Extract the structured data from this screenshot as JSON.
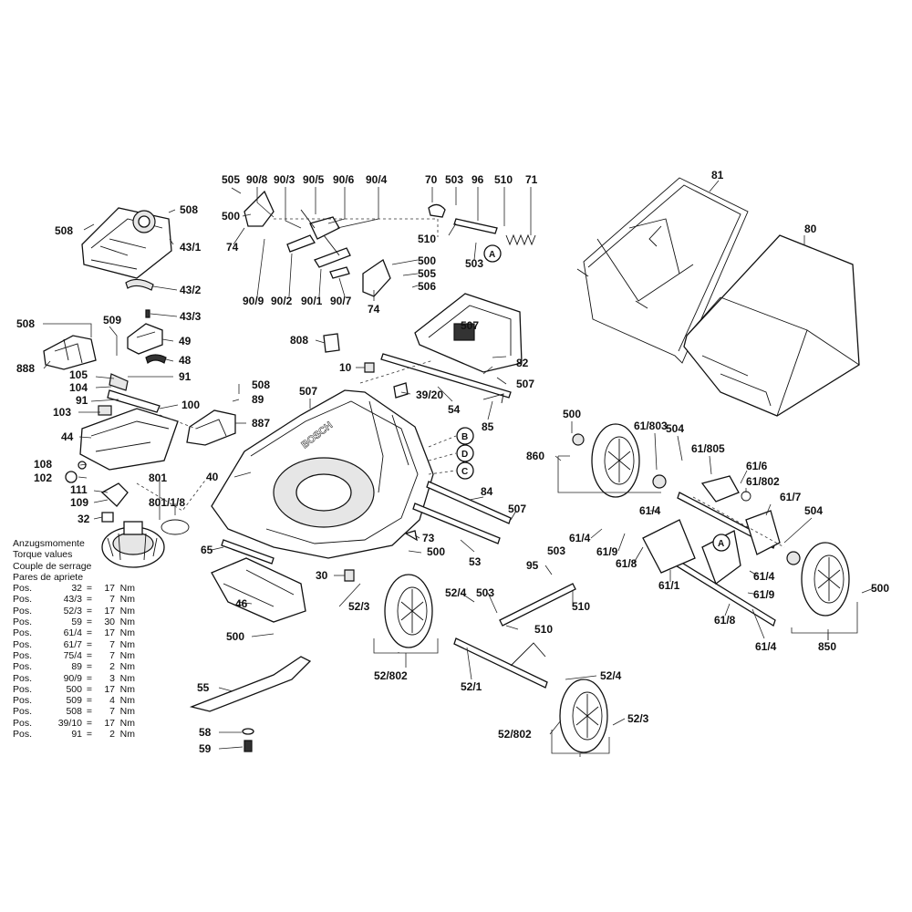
{
  "callouts": [
    {
      "id": "l505a",
      "text": "505"
    },
    {
      "id": "l500a",
      "text": "500"
    },
    {
      "id": "l74a",
      "text": "74"
    },
    {
      "id": "l90_8",
      "text": "90/8"
    },
    {
      "id": "l90_3",
      "text": "90/3"
    },
    {
      "id": "l90_5",
      "text": "90/5"
    },
    {
      "id": "l90_6",
      "text": "90/6"
    },
    {
      "id": "l90_4",
      "text": "90/4"
    },
    {
      "id": "l70",
      "text": "70"
    },
    {
      "id": "l503a",
      "text": "503"
    },
    {
      "id": "l96",
      "text": "96"
    },
    {
      "id": "l510a",
      "text": "510"
    },
    {
      "id": "l71",
      "text": "71"
    },
    {
      "id": "l510b",
      "text": "510"
    },
    {
      "id": "l503b",
      "text": "503"
    },
    {
      "id": "l500b",
      "text": "500"
    },
    {
      "id": "l505b",
      "text": "505"
    },
    {
      "id": "l506",
      "text": "506"
    },
    {
      "id": "l74b",
      "text": "74"
    },
    {
      "id": "l90_9",
      "text": "90/9"
    },
    {
      "id": "l90_2",
      "text": "90/2"
    },
    {
      "id": "l90_1",
      "text": "90/1"
    },
    {
      "id": "l90_7",
      "text": "90/7"
    },
    {
      "id": "l81",
      "text": "81"
    },
    {
      "id": "l80",
      "text": "80"
    },
    {
      "id": "l508a",
      "text": "508"
    },
    {
      "id": "l508b",
      "text": "508"
    },
    {
      "id": "l43_1",
      "text": "43/1"
    },
    {
      "id": "l43_2",
      "text": "43/2"
    },
    {
      "id": "l43_3",
      "text": "43/3"
    },
    {
      "id": "l508c",
      "text": "508"
    },
    {
      "id": "l509",
      "text": "509"
    },
    {
      "id": "l888",
      "text": "888"
    },
    {
      "id": "l49",
      "text": "49"
    },
    {
      "id": "l48",
      "text": "48"
    },
    {
      "id": "l105",
      "text": "105"
    },
    {
      "id": "l104",
      "text": "104"
    },
    {
      "id": "l91a",
      "text": "91"
    },
    {
      "id": "l91b",
      "text": "91"
    },
    {
      "id": "l100",
      "text": "100"
    },
    {
      "id": "l103",
      "text": "103"
    },
    {
      "id": "l508d",
      "text": "508"
    },
    {
      "id": "l89",
      "text": "89"
    },
    {
      "id": "l887",
      "text": "887"
    },
    {
      "id": "l507a",
      "text": "507"
    },
    {
      "id": "l808",
      "text": "808"
    },
    {
      "id": "l10",
      "text": "10"
    },
    {
      "id": "l507b",
      "text": "507"
    },
    {
      "id": "l82",
      "text": "82"
    },
    {
      "id": "l507c",
      "text": "507"
    },
    {
      "id": "l39_20",
      "text": "39/20"
    },
    {
      "id": "l54",
      "text": "54"
    },
    {
      "id": "l85",
      "text": "85"
    },
    {
      "id": "l44",
      "text": "44"
    },
    {
      "id": "l108",
      "text": "108"
    },
    {
      "id": "l102",
      "text": "102"
    },
    {
      "id": "l40",
      "text": "40"
    },
    {
      "id": "l801",
      "text": "801"
    },
    {
      "id": "l801_1_8",
      "text": "801/1/8"
    },
    {
      "id": "l111",
      "text": "111"
    },
    {
      "id": "l109",
      "text": "109"
    },
    {
      "id": "l32",
      "text": "32"
    },
    {
      "id": "l84",
      "text": "84"
    },
    {
      "id": "l507d",
      "text": "507"
    },
    {
      "id": "l73",
      "text": "73"
    },
    {
      "id": "l500c",
      "text": "500"
    },
    {
      "id": "l53",
      "text": "53"
    },
    {
      "id": "l65",
      "text": "65"
    },
    {
      "id": "l30",
      "text": "30"
    },
    {
      "id": "l46",
      "text": "46"
    },
    {
      "id": "l500d",
      "text": "500"
    },
    {
      "id": "l52_3a",
      "text": "52/3"
    },
    {
      "id": "l52_802a",
      "text": "52/802"
    },
    {
      "id": "l52_4a",
      "text": "52/4"
    },
    {
      "id": "l503c",
      "text": "503"
    },
    {
      "id": "l95",
      "text": "95"
    },
    {
      "id": "l503d",
      "text": "503"
    },
    {
      "id": "l510c",
      "text": "510"
    },
    {
      "id": "l510d",
      "text": "510"
    },
    {
      "id": "l52_1",
      "text": "52/1"
    },
    {
      "id": "l52_4b",
      "text": "52/4"
    },
    {
      "id": "l52_802b",
      "text": "52/802"
    },
    {
      "id": "l52_3b",
      "text": "52/3"
    },
    {
      "id": "l55",
      "text": "55"
    },
    {
      "id": "l58",
      "text": "58"
    },
    {
      "id": "l59",
      "text": "59"
    },
    {
      "id": "l500e",
      "text": "500"
    },
    {
      "id": "l860",
      "text": "860"
    },
    {
      "id": "l61_803",
      "text": "61/803"
    },
    {
      "id": "l504a",
      "text": "504"
    },
    {
      "id": "l61_805",
      "text": "61/805"
    },
    {
      "id": "l61_6",
      "text": "61/6"
    },
    {
      "id": "l61_802",
      "text": "61/802"
    },
    {
      "id": "l61_7",
      "text": "61/7"
    },
    {
      "id": "l504b",
      "text": "504"
    },
    {
      "id": "l61_4a",
      "text": "61/4"
    },
    {
      "id": "l61_4b",
      "text": "61/4"
    },
    {
      "id": "l61_9a",
      "text": "61/9"
    },
    {
      "id": "l61_8a",
      "text": "61/8"
    },
    {
      "id": "l61_1",
      "text": "61/1"
    },
    {
      "id": "l61_4c",
      "text": "61/4"
    },
    {
      "id": "l61_9b",
      "text": "61/9"
    },
    {
      "id": "l61_8b",
      "text": "61/8"
    },
    {
      "id": "l61_4d",
      "text": "61/4"
    },
    {
      "id": "l500f",
      "text": "500"
    },
    {
      "id": "l850",
      "text": "850"
    }
  ],
  "markers": [
    {
      "id": "mA1",
      "text": "A"
    },
    {
      "id": "mA2",
      "text": "A"
    },
    {
      "id": "mB",
      "text": "B"
    },
    {
      "id": "mD",
      "text": "D"
    },
    {
      "id": "mC",
      "text": "C"
    }
  ],
  "brand_on_deck": "BOSCH",
  "torque_table": {
    "headers": [
      "Anzugsmomente",
      "Torque values",
      "Couple de serrage",
      "Pares de apriete"
    ],
    "rows": [
      {
        "pos": "Pos.",
        "num": "32",
        "eq": "=",
        "val": "17",
        "unit": "Nm"
      },
      {
        "pos": "Pos.",
        "num": "43/3",
        "eq": "=",
        "val": "7",
        "unit": "Nm"
      },
      {
        "pos": "Pos.",
        "num": "52/3",
        "eq": "=",
        "val": "17",
        "unit": "Nm"
      },
      {
        "pos": "Pos.",
        "num": "59",
        "eq": "=",
        "val": "30",
        "unit": "Nm"
      },
      {
        "pos": "Pos.",
        "num": "61/4",
        "eq": "=",
        "val": "17",
        "unit": "Nm"
      },
      {
        "pos": "Pos.",
        "num": "61/7",
        "eq": "=",
        "val": "7",
        "unit": "Nm"
      },
      {
        "pos": "Pos.",
        "num": "75/4",
        "eq": "=",
        "val": "7",
        "unit": "Nm"
      },
      {
        "pos": "Pos.",
        "num": "89",
        "eq": "=",
        "val": "2",
        "unit": "Nm"
      },
      {
        "pos": "Pos.",
        "num": "90/9",
        "eq": "=",
        "val": "3",
        "unit": "Nm"
      },
      {
        "pos": "Pos.",
        "num": "500",
        "eq": "=",
        "val": "17",
        "unit": "Nm"
      },
      {
        "pos": "Pos.",
        "num": "509",
        "eq": "=",
        "val": "4",
        "unit": "Nm"
      },
      {
        "pos": "Pos.",
        "num": "508",
        "eq": "=",
        "val": "7",
        "unit": "Nm"
      },
      {
        "pos": "Pos.",
        "num": "39/10",
        "eq": "=",
        "val": "17",
        "unit": "Nm"
      },
      {
        "pos": "Pos.",
        "num": "91",
        "eq": "=",
        "val": "2",
        "unit": "Nm"
      }
    ]
  }
}
